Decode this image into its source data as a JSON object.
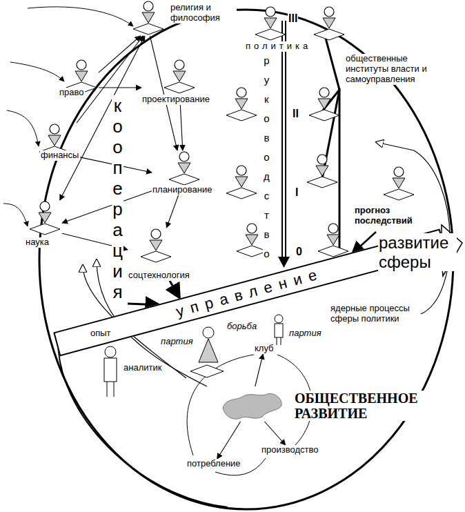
{
  "diagram": {
    "nodes": [
      {
        "text": [
          "религия и философия"
        ]
      },
      {
        "text": [
          "политика"
        ]
      },
      {
        "text": [
          "право"
        ]
      },
      {
        "text": [
          "проектирование"
        ]
      },
      {
        "text": [
          "финансы"
        ]
      },
      {
        "text": [
          "планирование"
        ]
      },
      {
        "text": [
          "наука"
        ]
      },
      {
        "text": [
          "соцтехнология"
        ]
      },
      {
        "text": [
          "управление"
        ]
      },
      {
        "text": [
          "клуб"
        ]
      },
      {
        "text": [
          "ОБЩЕСТВЕННОЕ РАЗВИТИЕ"
        ]
      },
      {
        "text": [
          "производство"
        ]
      },
      {
        "text": [
          "потребление"
        ]
      }
    ],
    "edges": [
      {
        "from": 2,
        "to": 0,
        "arrow": "to"
      },
      {
        "from": 4,
        "to": 0,
        "arrow": "to"
      },
      {
        "from": 6,
        "to": 0,
        "arrow": "both"
      },
      {
        "from": 2,
        "to": 3,
        "arrow": "to"
      },
      {
        "from": 0,
        "to": 5,
        "arrow": "to"
      },
      {
        "from": 3,
        "to": 5,
        "arrow": "to"
      },
      {
        "from": 4,
        "to": 5,
        "arrow": "to"
      },
      {
        "from": 5,
        "to": 6,
        "arrow": "to"
      },
      {
        "from": 6,
        "to": 7,
        "arrow": "to"
      },
      {
        "from": 5,
        "to": 7,
        "arrow": "to"
      },
      {
        "from": 7,
        "to": 8,
        "arrow": "to"
      },
      {
        "from": 10,
        "to": 9,
        "arrow": "to"
      },
      {
        "from": 10,
        "to": 11,
        "arrow": "to"
      },
      {
        "from": 10,
        "to": 12,
        "arrow": "to"
      }
    ],
    "labels": [
      "III",
      "II",
      "I",
      "0",
      "руководство",
      "кооперация",
      "общественные институты власти и самоуправления",
      "прогноз последствий",
      "развитие сферы",
      "ядерные процессы сферы политики",
      "опыт",
      "аналитик",
      "партия",
      "борьба",
      "партия"
    ]
  }
}
